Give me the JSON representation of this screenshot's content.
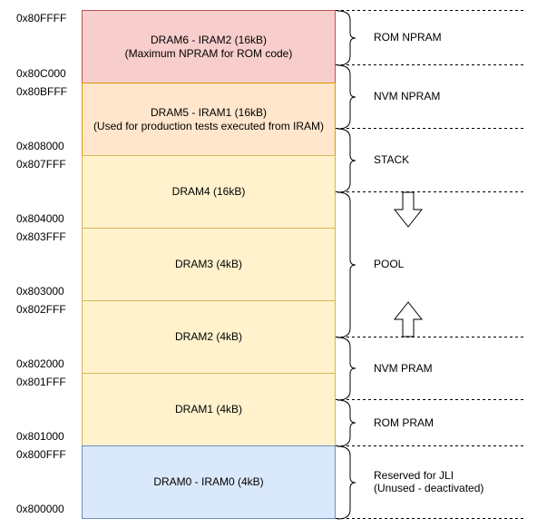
{
  "addresses": {
    "a0": "0x80FFFF",
    "a1": "0x80C000",
    "a2": "0x80BFFF",
    "a3": "0x808000",
    "a4": "0x807FFF",
    "a5": "0x804000",
    "a6": "0x803FFF",
    "a7": "0x803000",
    "a8": "0x802FFF",
    "a9": "0x802000",
    "a10": "0x801FFF",
    "a11": "0x801000",
    "a12": "0x800FFF",
    "a13": "0x800000"
  },
  "blocks": {
    "dram6": {
      "line1": "DRAM6 - IRAM2 (16kB)",
      "line2": "(Maximum NPRAM for ROM code)"
    },
    "dram5": {
      "line1": "DRAM5 - IRAM1 (16kB)",
      "line2": "(Used for production tests executed from IRAM)"
    },
    "dram4": {
      "line1": "DRAM4 (16kB)"
    },
    "dram3": {
      "line1": "DRAM3 (4kB)"
    },
    "dram2": {
      "line1": "DRAM2 (4kB)"
    },
    "dram1": {
      "line1": "DRAM1 (4kB)"
    },
    "dram0": {
      "line1": "DRAM0 - IRAM0 (4kB)"
    }
  },
  "regions": {
    "rom_npram": "ROM NPRAM",
    "nvm_npram": "NVM NPRAM",
    "stack": "STACK",
    "pool": "POOL",
    "nvm_pram": "NVM PRAM",
    "rom_pram": "ROM PRAM",
    "jli_line1": "Reserved for JLI",
    "jli_line2": "(Unused - deactivated)"
  },
  "colors": {
    "rom_fill": "#f8cecc",
    "nvm_fill": "#ffe6cc",
    "pool_fill": "#fff2cc",
    "jli_fill": "#dae8fc"
  },
  "icons": {
    "stack_growth": "arrow-down-icon",
    "pool_growth": "arrow-up-icon"
  }
}
